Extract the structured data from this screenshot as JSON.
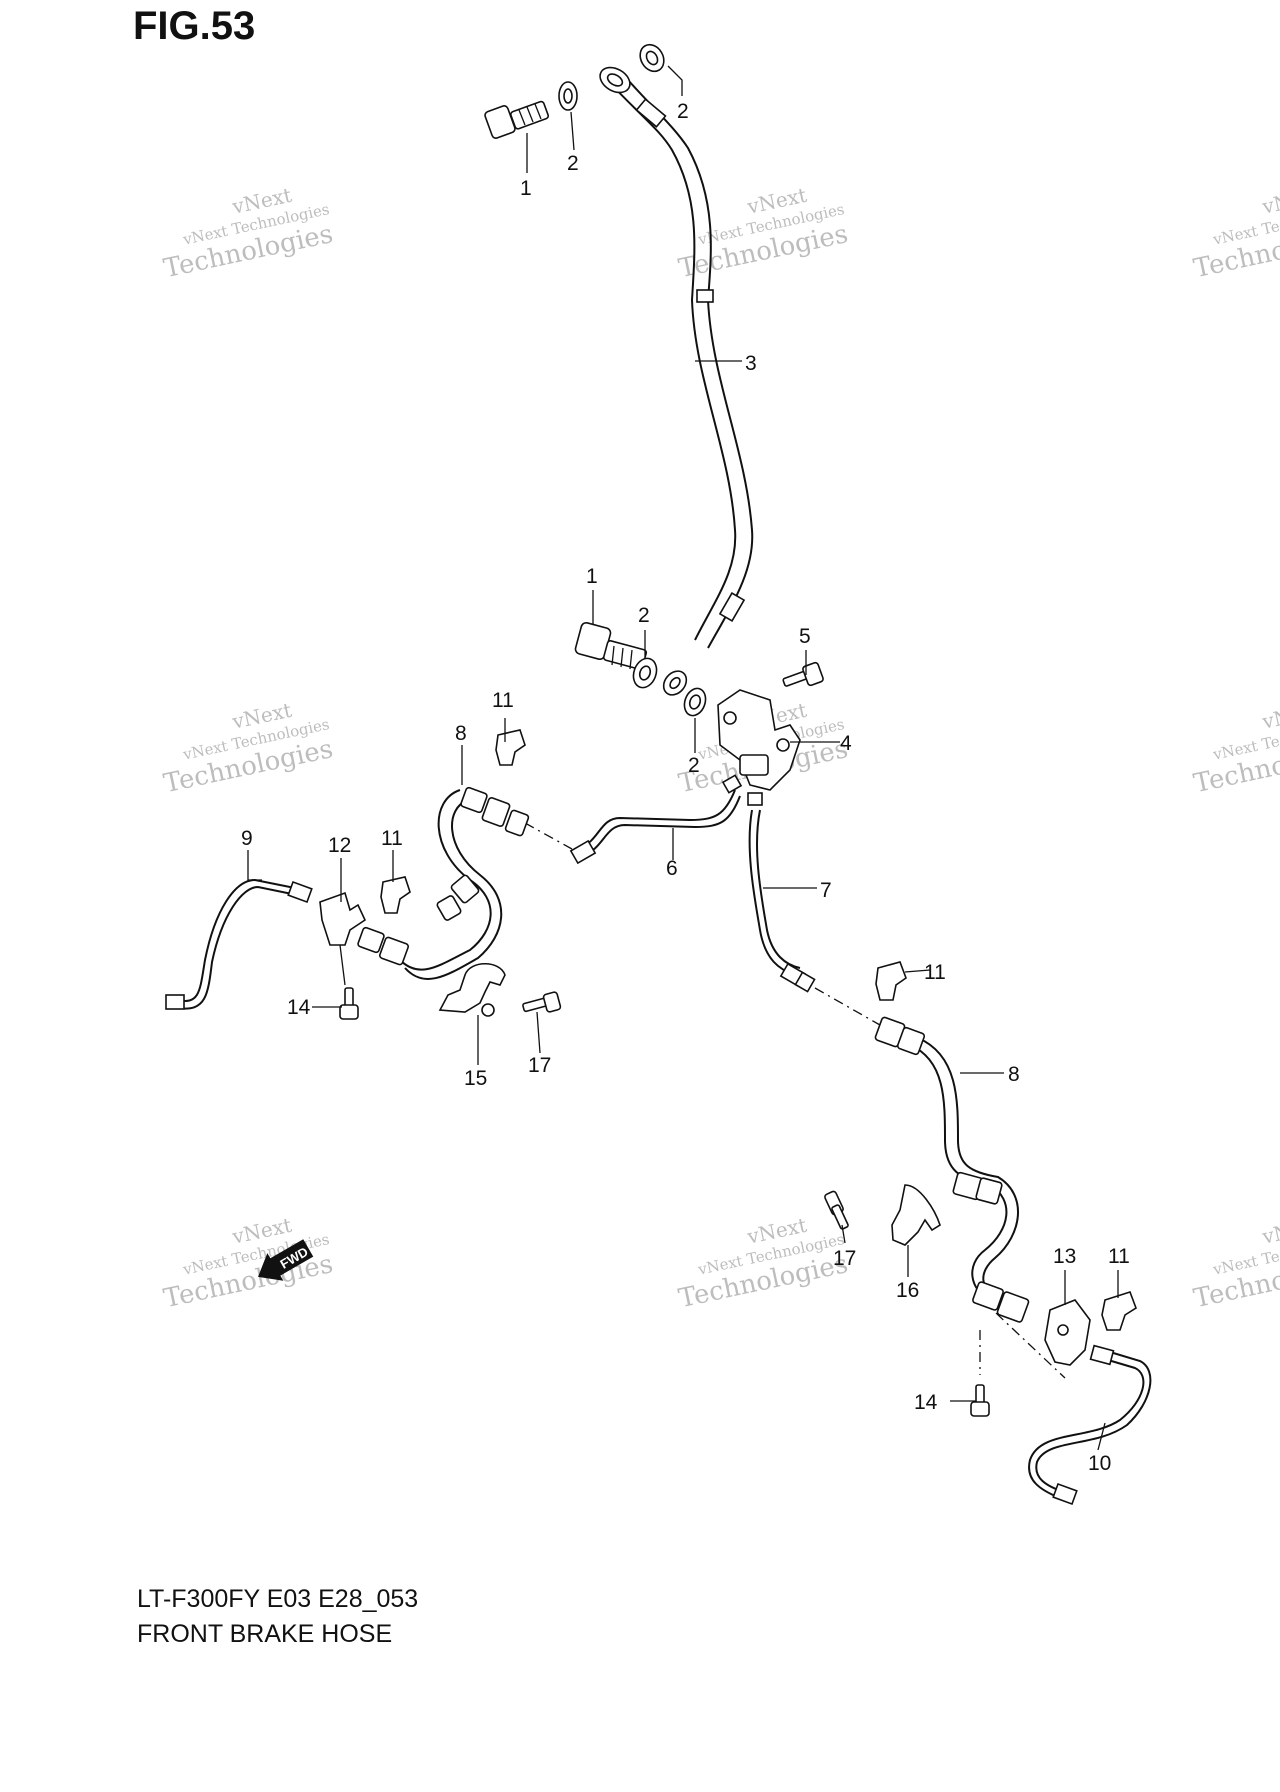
{
  "figure": {
    "title": "FIG.53",
    "model_code": "LT-F300FY E03 E28_053",
    "caption": "FRONT BRAKE  HOSE",
    "fwd_arrow_label": "FWD",
    "watermark_line1": "vNext",
    "watermark_line2": "vNext Technologies",
    "watermark_line3": "Technologies"
  },
  "callouts": {
    "c1a": "1",
    "c2a": "2",
    "c2b": "2",
    "c3": "3",
    "c1b": "1",
    "c2c": "2",
    "c2d": "2",
    "c5": "5",
    "c4": "4",
    "c11a": "11",
    "c8a": "8",
    "c6": "6",
    "c7": "7",
    "c9": "9",
    "c12": "12",
    "c11b": "11",
    "c14a": "14",
    "c15": "15",
    "c17a": "17",
    "c11c": "11",
    "c8b": "8",
    "c17b": "17",
    "c16": "16",
    "c13": "13",
    "c11d": "11",
    "c14b": "14",
    "c10": "10"
  }
}
